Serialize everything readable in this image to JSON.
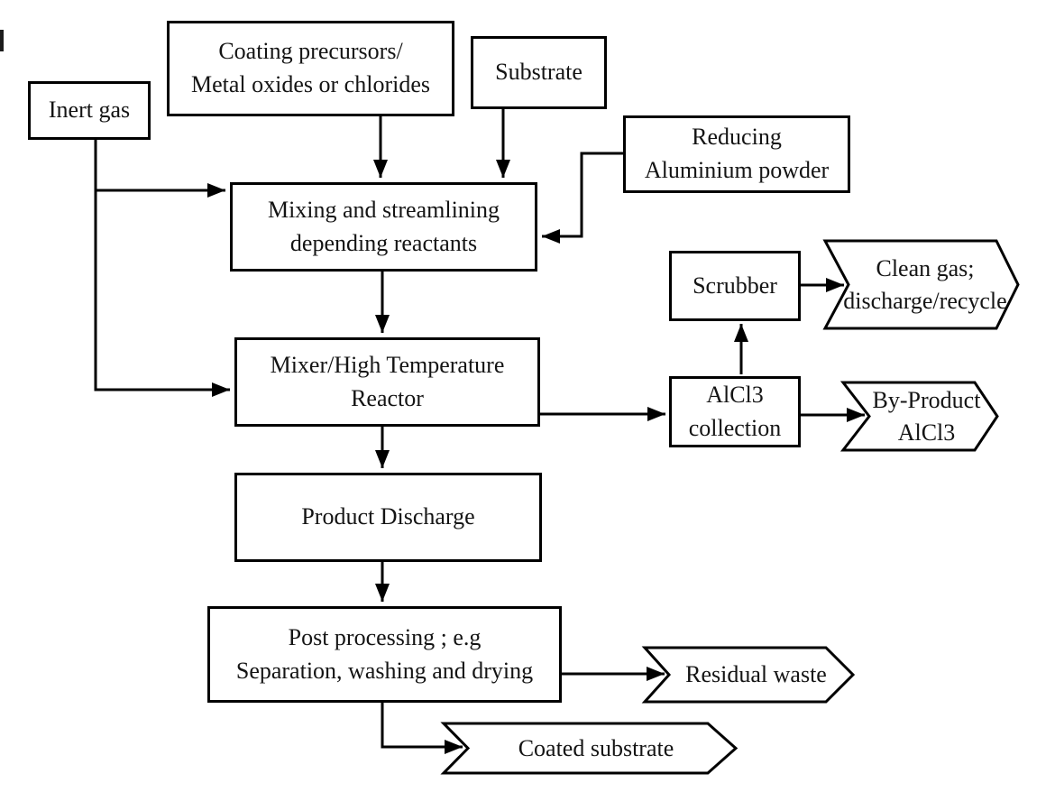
{
  "diagram": {
    "type": "flowchart",
    "nodes": {
      "inert_gas": {
        "shape": "rect",
        "lines": [
          "Inert gas"
        ]
      },
      "coating": {
        "shape": "rect",
        "lines": [
          "Coating precursors/",
          "Metal oxides or chlorides"
        ]
      },
      "substrate": {
        "shape": "rect",
        "lines": [
          "Substrate"
        ]
      },
      "reducing": {
        "shape": "rect",
        "lines": [
          "Reducing",
          "Aluminium powder"
        ]
      },
      "mixing": {
        "shape": "rect",
        "lines": [
          "Mixing and streamlining",
          "depending  reactants"
        ]
      },
      "mixer": {
        "shape": "rect",
        "lines": [
          "Mixer/High Temperature",
          "Reactor"
        ]
      },
      "scrubber": {
        "shape": "rect",
        "lines": [
          "Scrubber"
        ]
      },
      "alcl3_collection": {
        "shape": "rect",
        "lines": [
          "AlCl3",
          "collection"
        ]
      },
      "product_discharge": {
        "shape": "rect",
        "lines": [
          "Product Discharge"
        ]
      },
      "post_processing": {
        "shape": "rect",
        "lines": [
          "Post processing ; e.g",
          "Separation, washing and drying"
        ]
      },
      "clean_gas": {
        "shape": "chevron",
        "lines": [
          "Clean gas;",
          "discharge/recycle"
        ]
      },
      "by_product": {
        "shape": "chevron",
        "lines": [
          "By-Product",
          "AlCl3"
        ]
      },
      "residual_waste": {
        "shape": "chevron",
        "lines": [
          "Residual waste"
        ]
      },
      "coated_substrate": {
        "shape": "chevron",
        "lines": [
          "Coated substrate"
        ]
      }
    },
    "edges": [
      {
        "from": "inert_gas",
        "to": "mixing"
      },
      {
        "from": "inert_gas",
        "to": "mixer"
      },
      {
        "from": "coating",
        "to": "mixing"
      },
      {
        "from": "substrate",
        "to": "mixing"
      },
      {
        "from": "reducing",
        "to": "mixing"
      },
      {
        "from": "mixing",
        "to": "mixer"
      },
      {
        "from": "mixer",
        "to": "product_discharge"
      },
      {
        "from": "mixer",
        "to": "alcl3_collection"
      },
      {
        "from": "alcl3_collection",
        "to": "scrubber"
      },
      {
        "from": "scrubber",
        "to": "clean_gas"
      },
      {
        "from": "alcl3_collection",
        "to": "by_product"
      },
      {
        "from": "product_discharge",
        "to": "post_processing"
      },
      {
        "from": "post_processing",
        "to": "residual_waste"
      },
      {
        "from": "post_processing",
        "to": "coated_substrate"
      }
    ],
    "colors": {
      "line": "#000000",
      "node_fill": "#ffffff",
      "text": "#141414",
      "background": "#ffffff"
    }
  }
}
